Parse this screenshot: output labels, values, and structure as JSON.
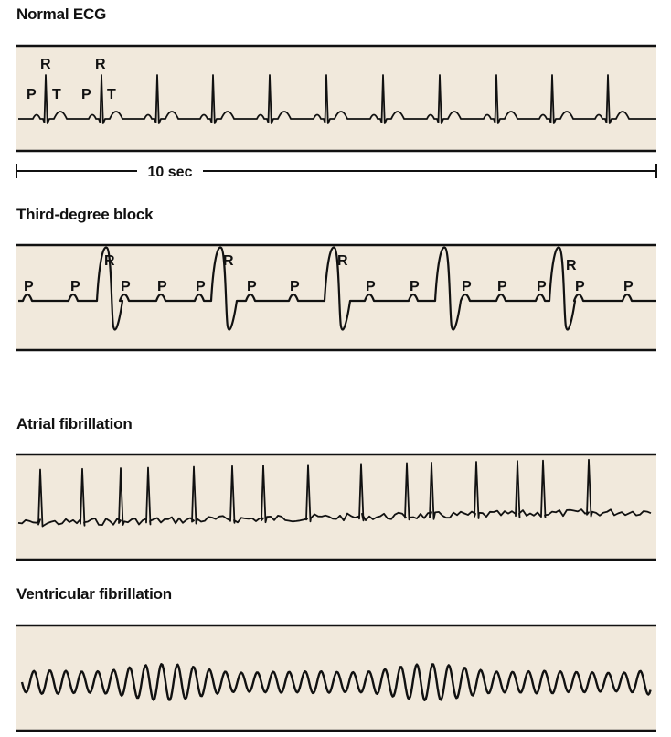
{
  "panels": {
    "normal": {
      "title": "Normal ECG",
      "labels": {
        "r": "R",
        "p": "P",
        "t": "T"
      }
    },
    "block": {
      "title": "Third-degree block",
      "labels": {
        "r": "R",
        "p": "P"
      }
    },
    "afib": {
      "title": "Atrial fibrillation"
    },
    "vfib": {
      "title": "Ventricular fibrillation"
    }
  },
  "scale": {
    "label": "10 sec"
  },
  "colors": {
    "strip": "#f1e9dc",
    "border": "#111111",
    "trace": "#111111"
  }
}
